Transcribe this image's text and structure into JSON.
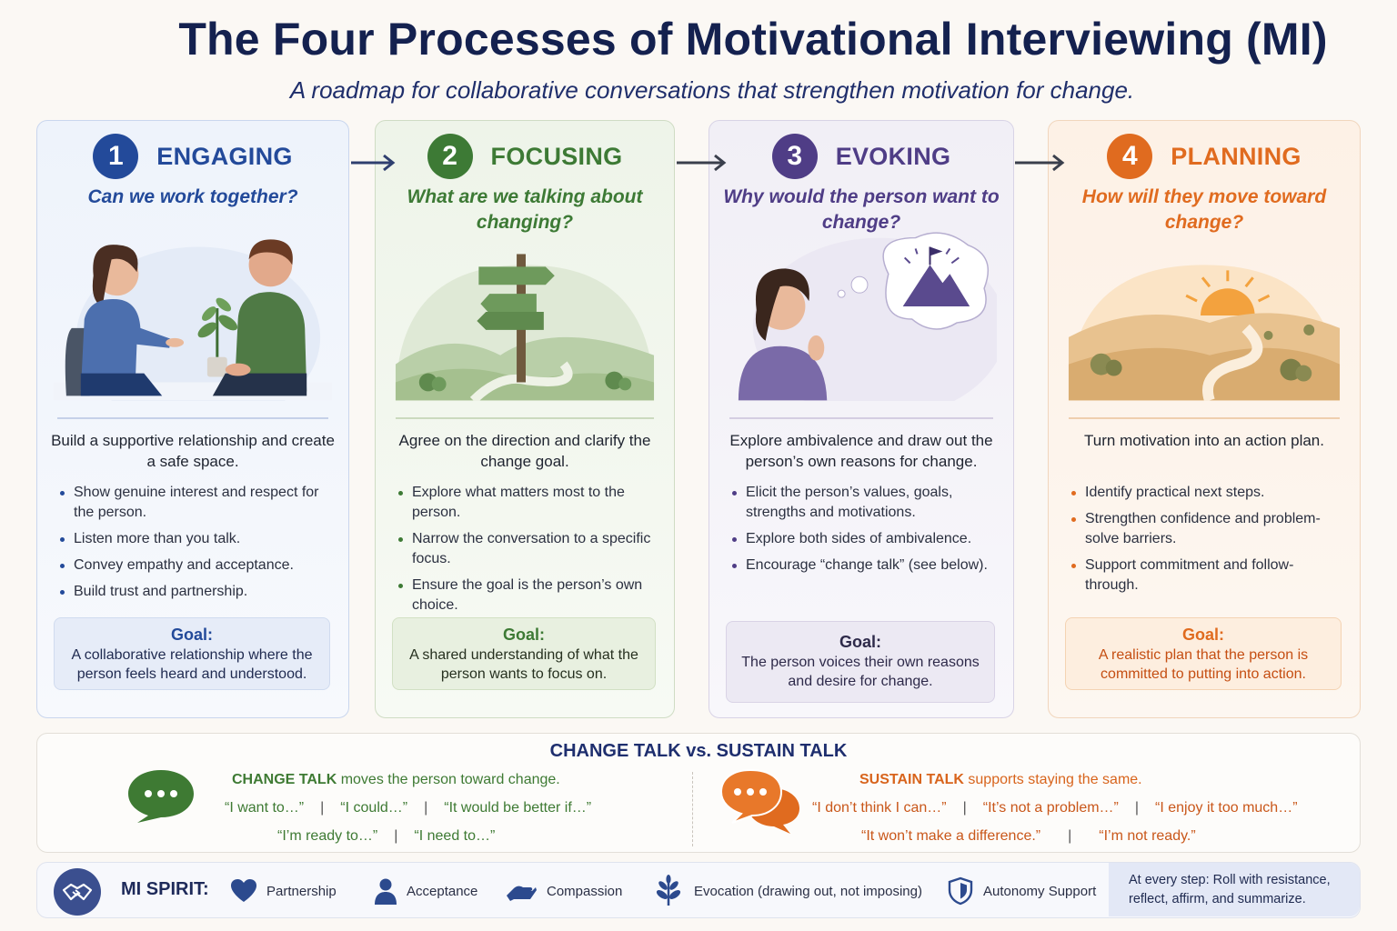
{
  "title": "The Four Processes of Motivational Interviewing (MI)",
  "subtitle": "A roadmap for collaborative conversations that strengthen motivation for change.",
  "colors": {
    "engaging": "#234a9a",
    "focusing": "#3d7a35",
    "evoking": "#4f3d86",
    "planning": "#e06b1f",
    "title": "#14214f"
  },
  "processes": [
    {
      "number": "1",
      "name": "ENGAGING",
      "question": "Can we work together?",
      "lead": "Build a supportive relationship and create a safe space.",
      "bullets": [
        "Show genuine interest and respect for the person.",
        "Listen more than you talk.",
        "Convey empathy and acceptance.",
        "Build trust and partnership."
      ],
      "goal_label": "Goal:",
      "goal_text": "A collaborative relationship where the person feels heard and understood."
    },
    {
      "number": "2",
      "name": "FOCUSING",
      "question": "What are we talking about changing?",
      "lead": "Agree on the direction and clarify the change goal.",
      "bullets": [
        "Explore what matters most to the person.",
        "Narrow the conversation to a specific focus.",
        "Ensure the goal is the person’s own choice."
      ],
      "goal_label": "Goal:",
      "goal_text": "A shared understanding of what the person wants to focus on."
    },
    {
      "number": "3",
      "name": "EVOKING",
      "question": "Why would the person want to change?",
      "lead": "Explore ambivalence and draw out the person’s own reasons for change.",
      "bullets": [
        "Elicit the person’s values, goals, strengths and motivations.",
        "Explore both sides of ambivalence.",
        "Encourage “change talk” (see below)."
      ],
      "goal_label": "Goal:",
      "goal_text": "The person voices their own reasons and desire for change."
    },
    {
      "number": "4",
      "name": "PLANNING",
      "question": "How will they move toward change?",
      "lead": "Turn motivation into an action plan.",
      "bullets": [
        "Identify practical next steps.",
        "Strengthen confidence and problem-solve barriers.",
        "Support commitment and follow-through."
      ],
      "goal_label": "Goal:",
      "goal_text": "A realistic plan that the person is committed to putting into action."
    }
  ],
  "talk": {
    "title": "CHANGE TALK vs. SUSTAIN TALK",
    "change": {
      "label": "CHANGE TALK",
      "desc": "moves the person toward change.",
      "quotes_row1": [
        "“I want to…”",
        "“I could…”",
        "“It would be better if…”"
      ],
      "quotes_row2": [
        "“I’m ready to…”",
        "“I need to…”"
      ]
    },
    "sustain": {
      "label": "SUSTAIN TALK",
      "desc": "supports staying the same.",
      "quotes_row1": [
        "“I don’t think I can…”",
        "“It’s not a problem…”",
        "“I enjoy it too much…”"
      ],
      "quotes_row2": [
        "“It won’t make a difference.”",
        "“I’m not ready.”"
      ]
    }
  },
  "spirit": {
    "label": "MI SPIRIT:",
    "items": [
      {
        "icon": "heart-icon",
        "label": "Partnership"
      },
      {
        "icon": "person-icon",
        "label": "Acceptance"
      },
      {
        "icon": "helping-hand-icon",
        "label": "Compassion"
      },
      {
        "icon": "sprout-icon",
        "label": "Evocation (drawing out, not imposing)"
      },
      {
        "icon": "shield-icon",
        "label": "Autonomy Support"
      }
    ],
    "note": "At every step: Roll with resistance, reflect, affirm, and summarize."
  }
}
